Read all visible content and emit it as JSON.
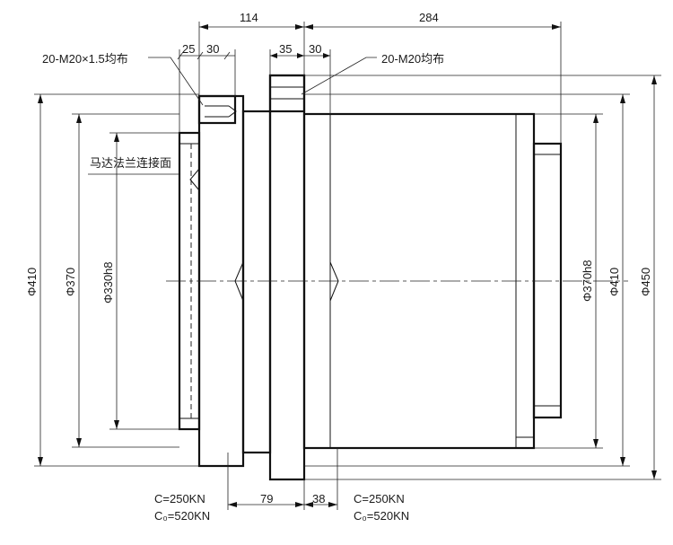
{
  "dimensions": {
    "top_left": "114",
    "top_right": "284",
    "left_25": "25",
    "left_30": "30",
    "right_35": "35",
    "right_30": "30",
    "bottom_79": "79",
    "bottom_38": "38"
  },
  "diameters": {
    "d410_left": "Φ410",
    "d370_left": "Φ370",
    "d330h8": "Φ330h8",
    "d370h8": "Φ370h8",
    "d410_right": "Φ410",
    "d450": "Φ450"
  },
  "callouts": {
    "left_holes": "20-M20×1.5均布",
    "right_holes": "20-M20均布",
    "motor_flange": "马达法兰连接面"
  },
  "load_ratings": {
    "left": {
      "c": "C=250KN",
      "c0": "C₀=520KN"
    },
    "right": {
      "c": "C=250KN",
      "c0": "C₀=520KN"
    }
  }
}
